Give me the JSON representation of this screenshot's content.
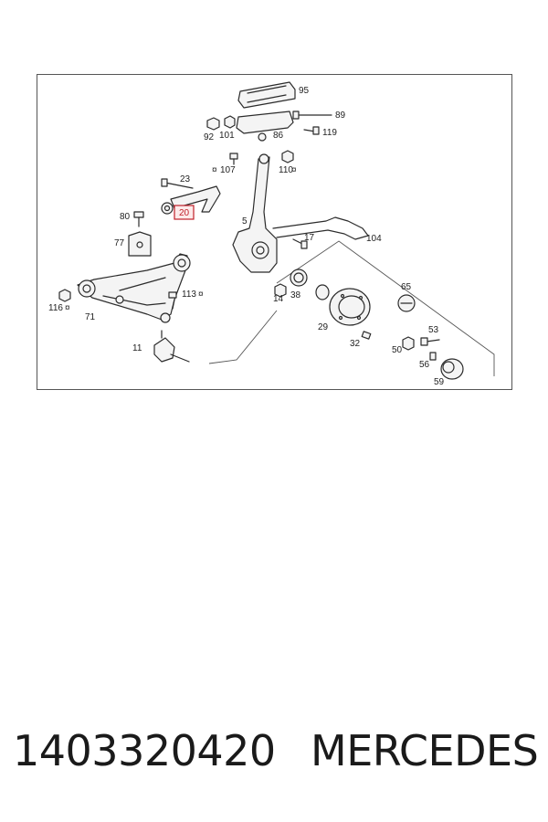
{
  "diagram": {
    "labels": {
      "l95": "95",
      "l89": "89",
      "l92": "92",
      "l101": "101",
      "l86": "86",
      "l119": "119",
      "l107": "107",
      "l110": "110",
      "l23": "23",
      "l20": "20",
      "l80": "80",
      "l5": "5",
      "l17": "17",
      "l104": "104",
      "l77": "77",
      "l113": "113",
      "l116": "116",
      "l71": "71",
      "l14": "14",
      "l38": "38",
      "l65": "65",
      "l29": "29",
      "l53": "53",
      "l32": "32",
      "l50": "50",
      "l56": "56",
      "l59": "59",
      "l11": "11"
    },
    "highlight_color": "#c0202a"
  },
  "footer": {
    "part_number": "1403320420",
    "brand": "MERCEDES"
  }
}
